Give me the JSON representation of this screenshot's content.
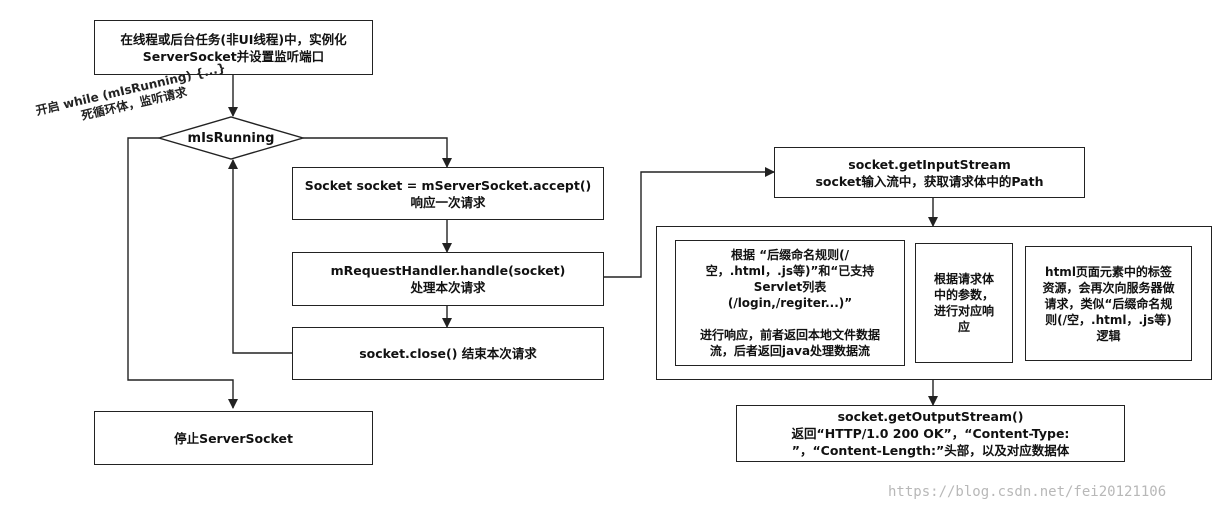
{
  "nodes": {
    "init": "在线程或后台任务(非UI线程)中，实例化\nServerSocket并设置监听端口",
    "decision": "mIsRunning",
    "loop_label": "开启 while (mIsRunning) {...}\n死循环体，监听请求",
    "accept": "Socket socket = mServerSocket.accept()\n响应一次请求",
    "handle": "mRequestHandler.handle(socket)\n处理本次请求",
    "close": "socket.close() 结束本次请求",
    "stop": "停止ServerSocket",
    "input_stream": "socket.getInputStream\nsocket输入流中，获取请求体中的Path",
    "sub_left": "根据 “后缀命名规则(/\n空，.html，.js等)”和“已支持\nServlet列表\n(/login,/regiter...)”\n\n进行响应，前者返回本地文件数据\n流，后者返回java处理数据流",
    "sub_mid": "根据请求体\n中的参数，\n进行对应响\n应",
    "sub_right": "html页面元素中的标签\n资源，会再次向服务器做\n请求，类似“后缀命名规\n则(/空，.html，.js等)\n逻辑",
    "output_stream": "socket.getOutputStream()\n返回“HTTP/1.0 200 OK”，“Content-Type:\n”，“Content-Length:”头部，以及对应数据体"
  },
  "watermark": "https://blog.csdn.net/fei20121106",
  "colors": {
    "line": "#222222",
    "border": "#222222"
  }
}
